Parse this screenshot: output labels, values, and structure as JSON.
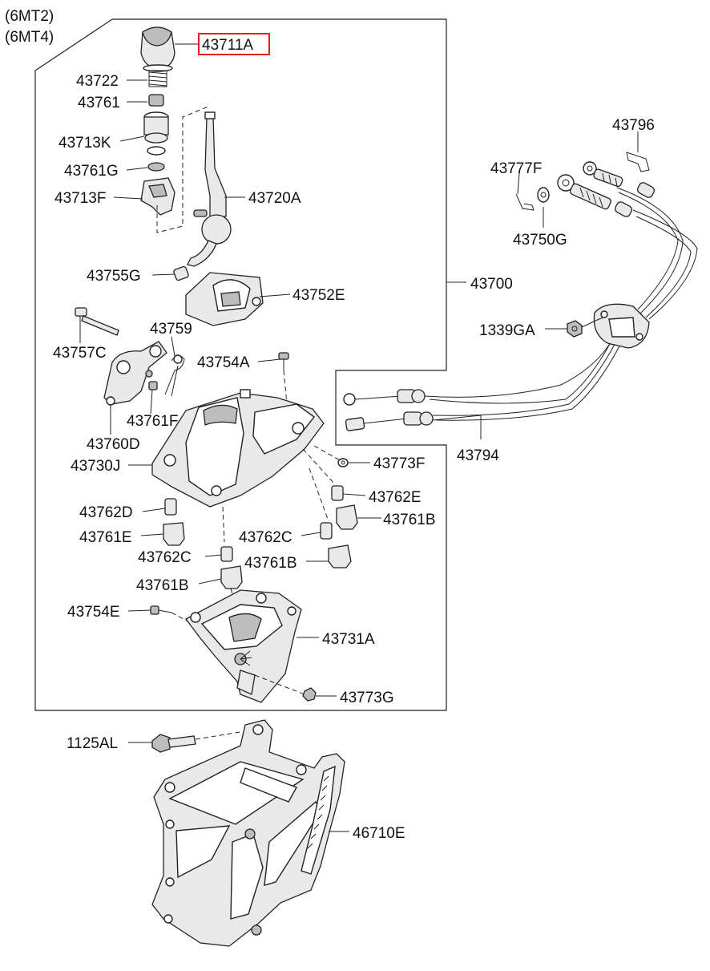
{
  "header": {
    "line1": "(6MT2)",
    "line2": "(6MT4)"
  },
  "highlight": {
    "part": "43711A",
    "color": "#e0201c"
  },
  "labels": {
    "p43711A": "43711A",
    "p43722": "43722",
    "p43761": "43761",
    "p43713K": "43713K",
    "p43761G": "43761G",
    "p43713F": "43713F",
    "p43720A": "43720A",
    "p43755G": "43755G",
    "p43752E": "43752E",
    "p43700": "43700",
    "p43757C": "43757C",
    "p43759": "43759",
    "p43754A": "43754A",
    "p43761F": "43761F",
    "p43760D": "43760D",
    "p43730J": "43730J",
    "p43773F": "43773F",
    "p43762E": "43762E",
    "p43761B_a": "43761B",
    "p43762D": "43762D",
    "p43761E": "43761E",
    "p43762C_a": "43762C",
    "p43762C_b": "43762C",
    "p43761B_b": "43761B",
    "p43761B_c": "43761B",
    "p43754E": "43754E",
    "p43731A": "43731A",
    "p43773G": "43773G",
    "p1125AL": "1125AL",
    "p46710E": "46710E",
    "p43796": "43796",
    "p43777F": "43777F",
    "p43750G": "43750G",
    "p1339GA": "1339GA",
    "p43794": "43794"
  }
}
